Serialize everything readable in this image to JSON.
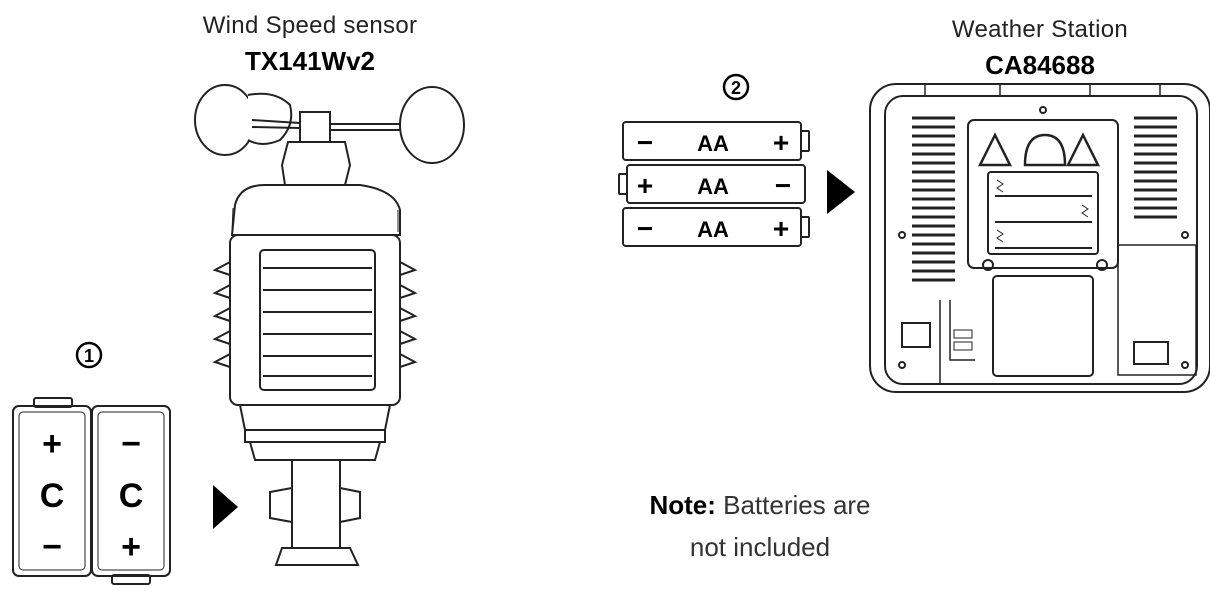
{
  "sensor": {
    "name": "Wind Speed sensor",
    "model": "TX141Wv2"
  },
  "station": {
    "name": "Weather Station",
    "model": "CA84688"
  },
  "steps": {
    "step1": "1",
    "step2": "2"
  },
  "c_batteries": {
    "left": {
      "top": "+",
      "mid": "C",
      "bottom": "−"
    },
    "right": {
      "top": "−",
      "mid": "C",
      "bottom": "+"
    }
  },
  "aa_batteries": [
    {
      "left": "−",
      "label": "AA",
      "right": "+"
    },
    {
      "left": "+",
      "label": "AA",
      "right": "−"
    },
    {
      "left": "−",
      "label": "AA",
      "right": "+"
    }
  ],
  "note": {
    "bold": "Note:",
    "line1": " Batteries are",
    "line2": "not included"
  }
}
